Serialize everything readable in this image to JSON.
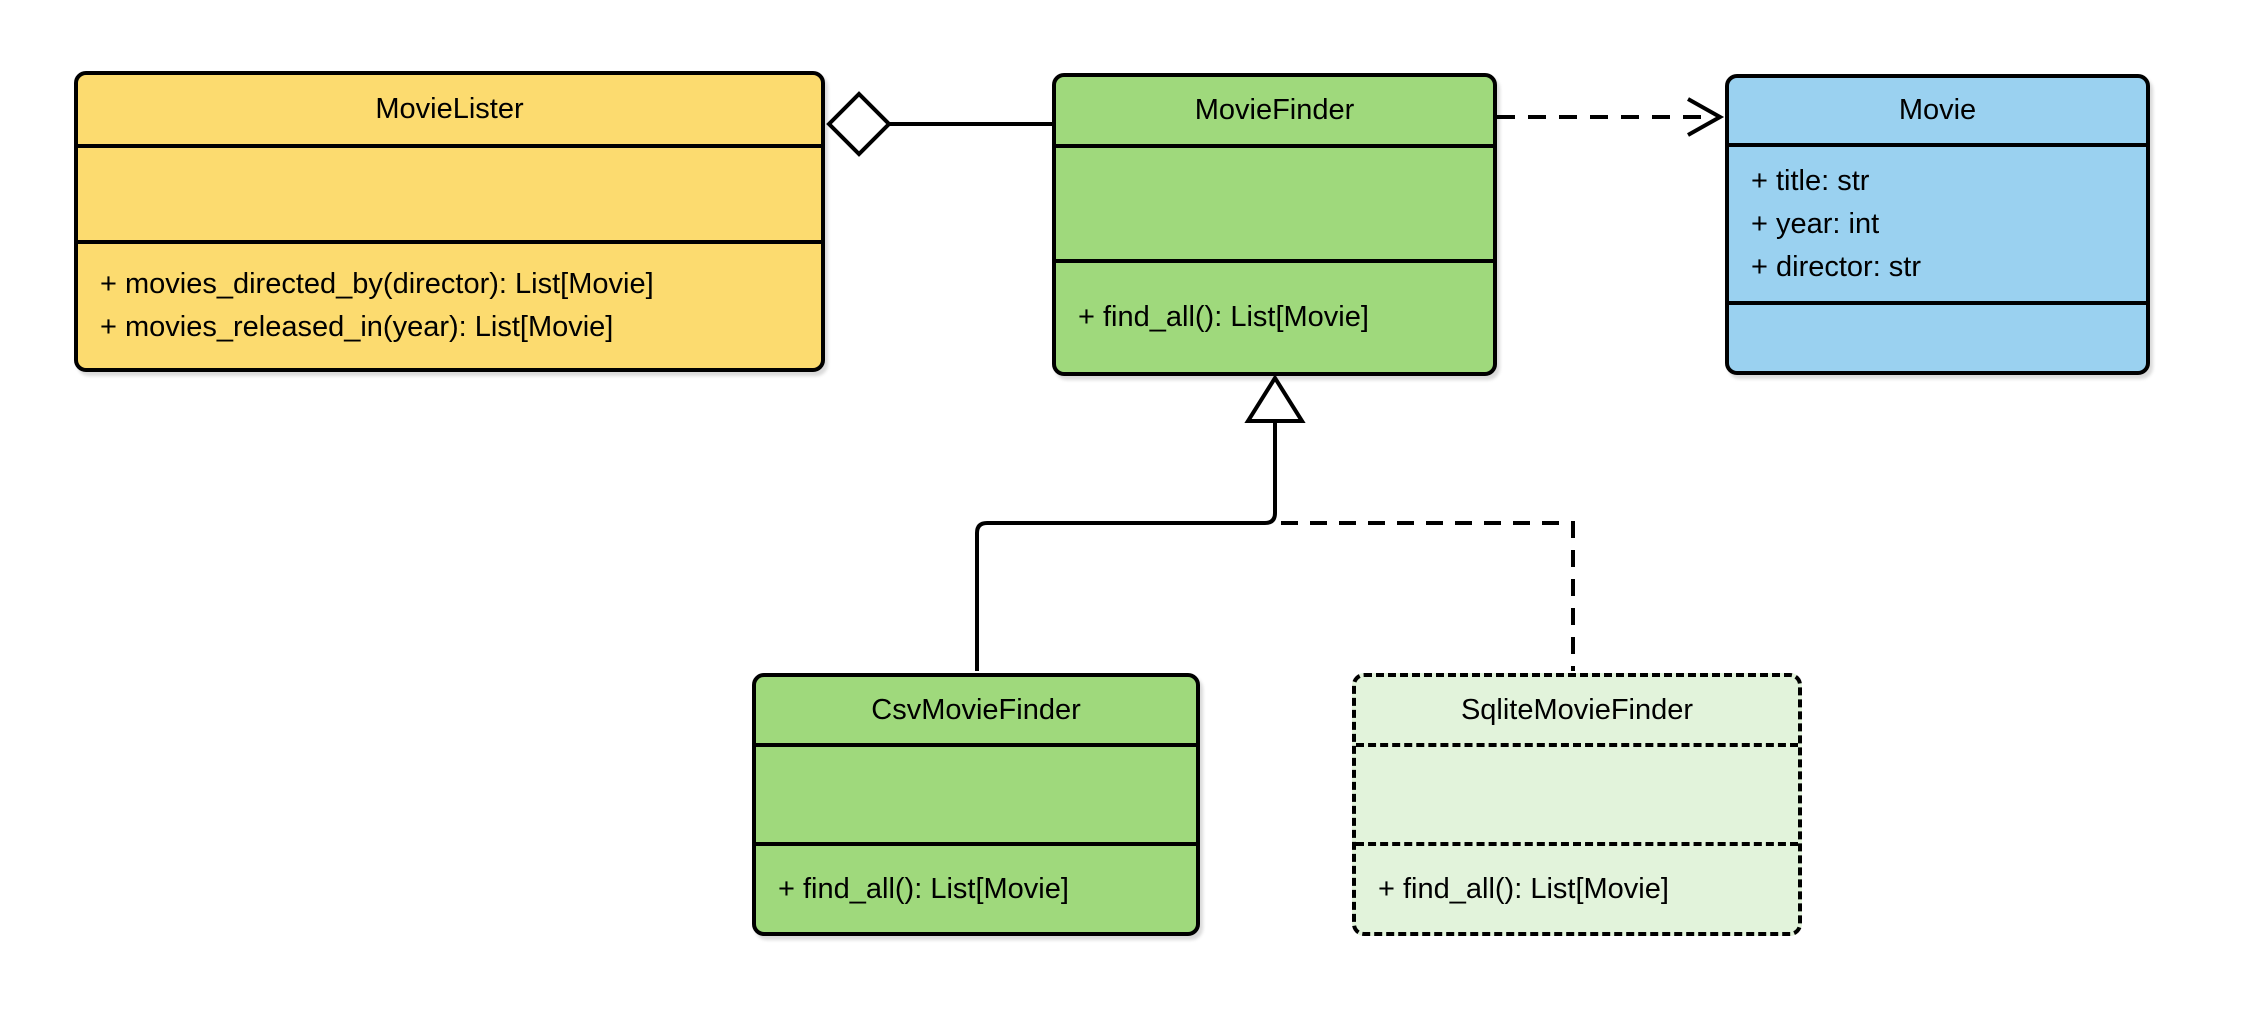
{
  "diagram": {
    "type": "uml-class-diagram",
    "classes": {
      "movie_lister": {
        "name": "MovieLister",
        "attributes": [],
        "methods": [
          "+ movies_directed_by(director): List[Movie]",
          "+ movies_released_in(year): List[Movie]"
        ],
        "fill": "#FCDB6F"
      },
      "movie_finder": {
        "name": "MovieFinder",
        "attributes": [],
        "methods": [
          "+ find_all(): List[Movie]"
        ],
        "fill": "#9FD97C"
      },
      "movie": {
        "name": "Movie",
        "attributes": [
          "+ title: str",
          "+ year: int",
          "+ director: str"
        ],
        "methods": [],
        "fill": "#9AD1F0"
      },
      "csv_movie_finder": {
        "name": "CsvMovieFinder",
        "attributes": [],
        "methods": [
          "+ find_all(): List[Movie]"
        ],
        "fill": "#9FD97C"
      },
      "sqlite_movie_finder": {
        "name": "SqliteMovieFinder",
        "attributes": [],
        "methods": [
          "+ find_all(): List[Movie]"
        ],
        "fill": "#E2F3DB",
        "border_style": "dashed"
      }
    },
    "relationships": [
      {
        "type": "aggregation",
        "from": "MovieLister",
        "to": "MovieFinder",
        "line": "solid",
        "marker": "hollow-diamond"
      },
      {
        "type": "dependency",
        "from": "MovieFinder",
        "to": "Movie",
        "line": "dashed",
        "marker": "open-arrow"
      },
      {
        "type": "generalization",
        "from": "CsvMovieFinder",
        "to": "MovieFinder",
        "line": "solid",
        "marker": "hollow-triangle"
      },
      {
        "type": "generalization",
        "from": "SqliteMovieFinder",
        "to": "MovieFinder",
        "line": "dashed",
        "marker": "hollow-triangle"
      }
    ],
    "colors": {
      "stroke": "#000000",
      "yellow_fill": "#FCDB6F",
      "green_fill": "#9FD97C",
      "blue_fill": "#9AD1F0",
      "pale_green_fill": "#E2F3DB",
      "background": "#FFFFFF"
    }
  }
}
